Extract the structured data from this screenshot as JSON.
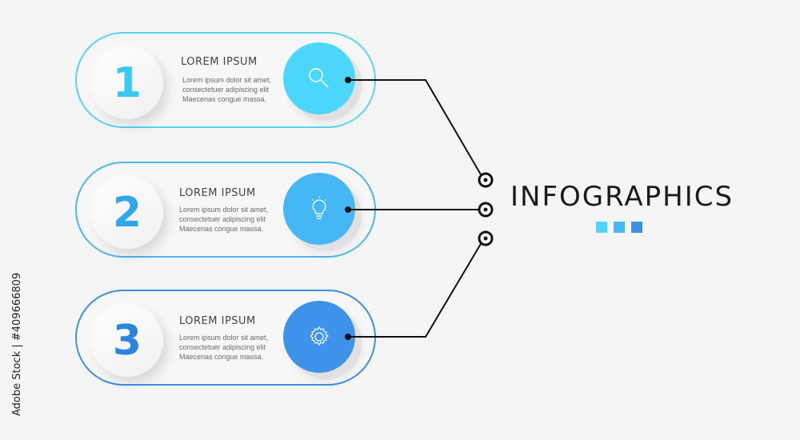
{
  "steps": [
    {
      "number": "1",
      "heading": "LOREM IPSUM",
      "text": "Lorem ipsum dolor sit amet, consectetuer adipiscing elit Maecenas congue massa.",
      "icon": "search-icon",
      "color": "#4dd6fb"
    },
    {
      "number": "2",
      "heading": "LOREM IPSUM",
      "text": "Lorem ipsum dolor sit amet, consectetuer adipiscing elit Maecenas congue massa.",
      "icon": "lightbulb-icon",
      "color": "#45b7f5"
    },
    {
      "number": "3",
      "heading": "LOREM IPSUM",
      "text": "Lorem ipsum dolor sit amet, consectetuer adipiscing elit Maecenas congue massa.",
      "icon": "gear-icon",
      "color": "#3d93e9"
    }
  ],
  "title": "INFOGRAPHICS",
  "swatch_colors": [
    "#4dd6fb",
    "#45b7f5",
    "#3d8fe2"
  ],
  "side_text": "Adobe Stock | #409666809"
}
